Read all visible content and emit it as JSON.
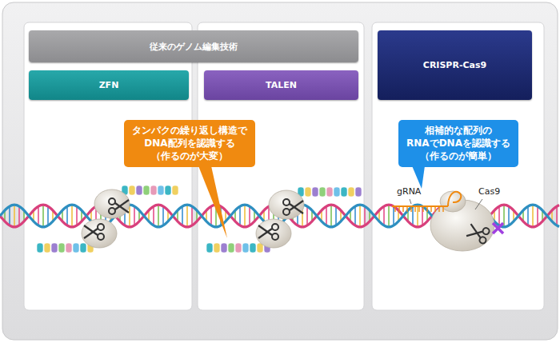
{
  "diagram": {
    "nodes": [
      {
        "text": [
          "従来のゲノム編集技術"
        ]
      },
      {
        "text": [
          "CRISPR-Cas9"
        ]
      },
      {
        "text": [
          "ZFN"
        ]
      },
      {
        "text": [
          "TALEN"
        ]
      },
      {
        "text": [
          "タンパクの繰り返し構造で DNA配列を認識する （作るのが大変）"
        ]
      },
      {
        "text": [
          "相補的な配列の RNAでDNAを認識する （作るのが簡単）"
        ]
      }
    ],
    "labels": [
      "gRNA",
      "Cas9"
    ]
  }
}
